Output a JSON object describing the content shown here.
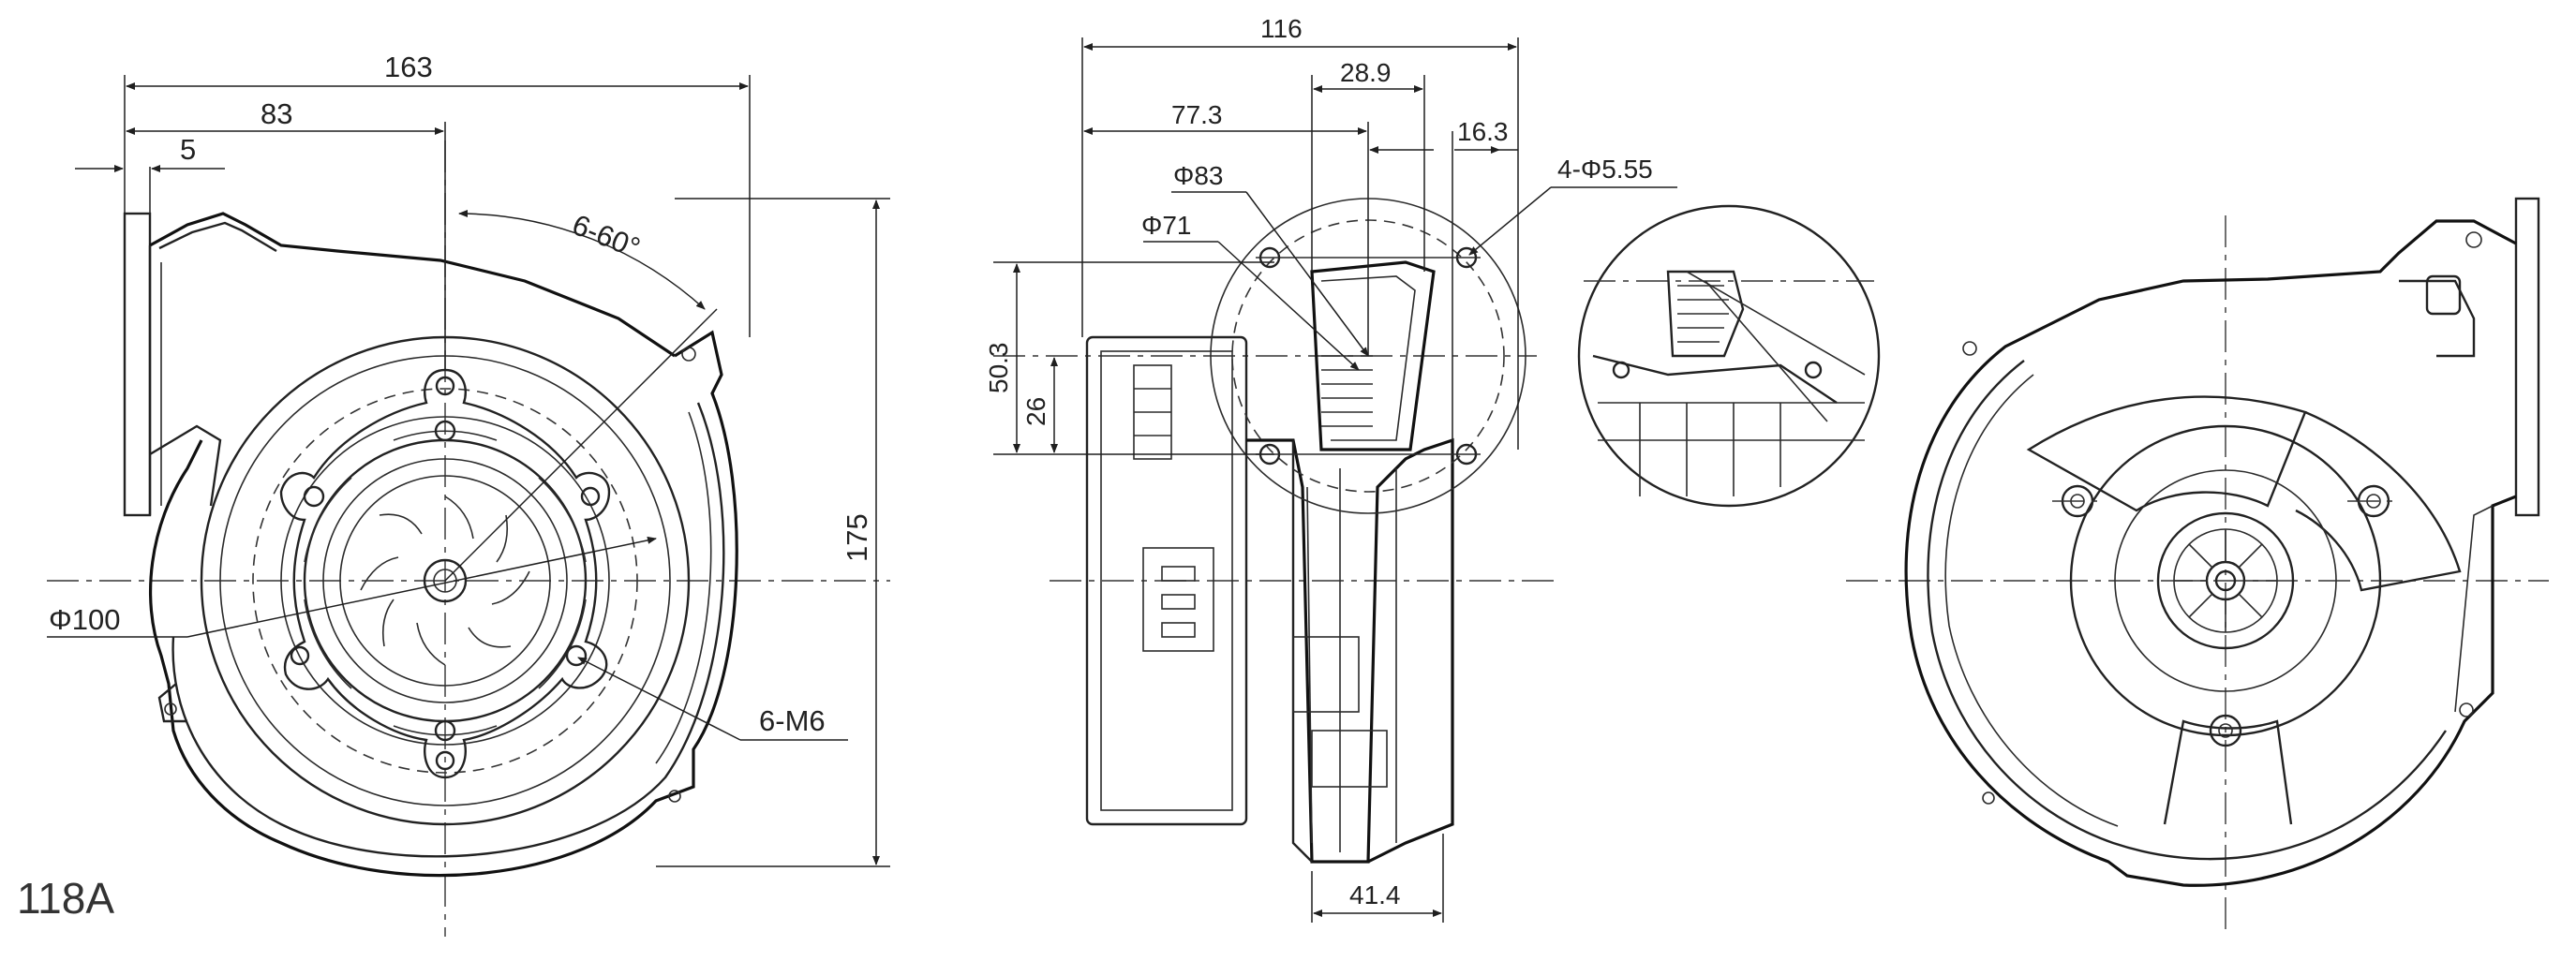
{
  "model": "118A",
  "front_view": {
    "width": "163",
    "to_center": "83",
    "flange": "5",
    "angle": "6-60°",
    "height": "175",
    "diameter": "Φ100",
    "thread": "6-M6"
  },
  "side_view": {
    "depth": "116",
    "to_center": "77.3",
    "offset_a": "28.9",
    "offset_b": "16.3",
    "diam_outer": "Φ83",
    "diam_inner": "Φ71",
    "holes": "4-Φ5.55",
    "height_a": "50.3",
    "height_b": "26",
    "outlet": "41.4"
  }
}
